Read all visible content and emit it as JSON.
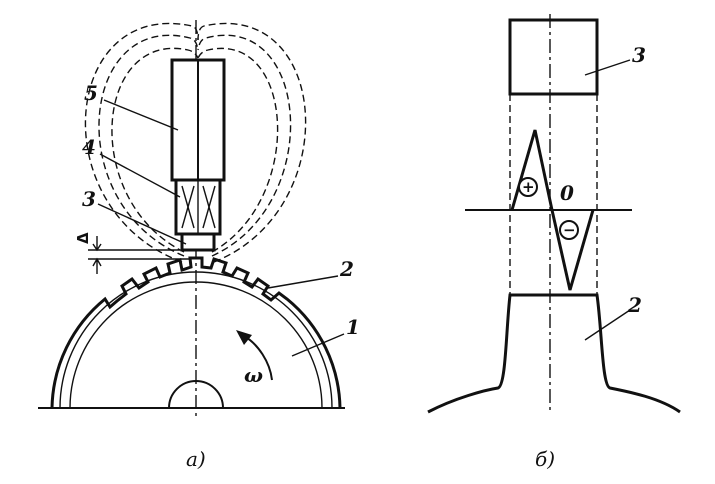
{
  "figure_a": {
    "labels": {
      "l1": "1",
      "l2": "2",
      "l3": "3",
      "l4": "4",
      "l5": "5"
    },
    "omega": "ω",
    "delta": "Δ",
    "caption": "а)"
  },
  "figure_b": {
    "labels": {
      "l2": "2",
      "l3": "3"
    },
    "zero": "0",
    "plus": "+",
    "minus": "−",
    "caption": "б)"
  }
}
